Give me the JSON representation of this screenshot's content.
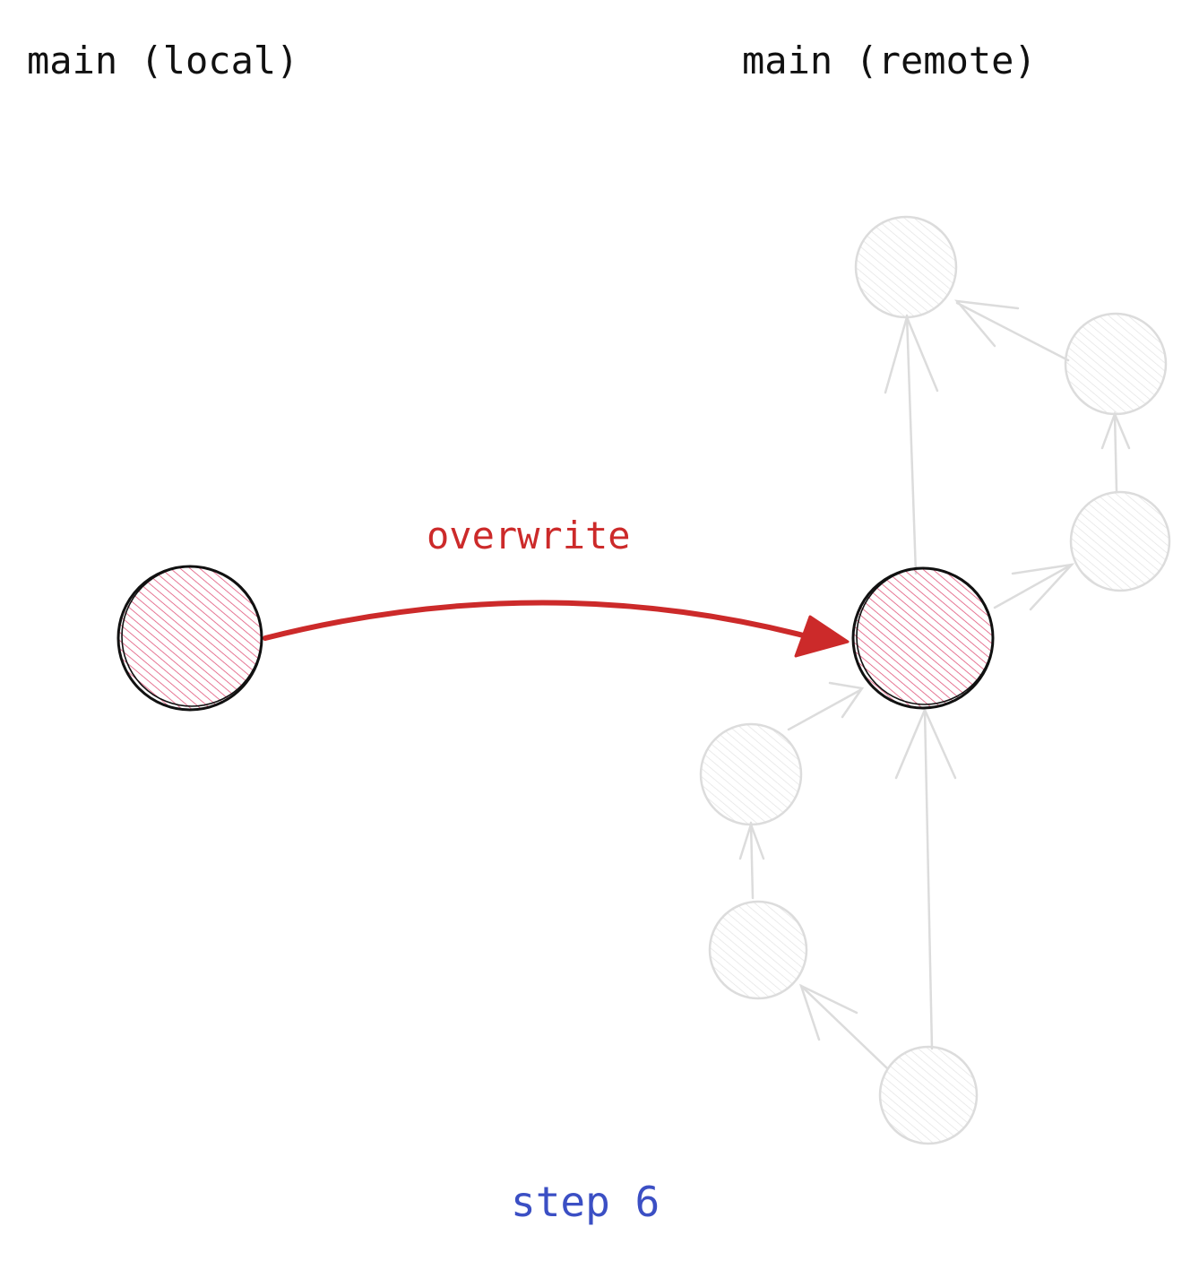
{
  "labels": {
    "local_branch": "main (local)",
    "remote_branch": "main (remote)",
    "action": "overwrite",
    "step": "step 6"
  },
  "colors": {
    "ink": "#111111",
    "accent_red": "#cc2a2a",
    "hatch_pink": "#e0557a",
    "faded_gray": "#d9d9d9",
    "faded_hatch": "#e6e6e6",
    "step_blue": "#3b4fc4"
  },
  "nodes": [
    {
      "id": "local-head",
      "role": "local",
      "state": "active"
    },
    {
      "id": "remote-head",
      "role": "remote",
      "state": "active"
    },
    {
      "id": "remote-top",
      "role": "remote",
      "state": "faded"
    },
    {
      "id": "remote-right-upper",
      "role": "remote",
      "state": "faded"
    },
    {
      "id": "remote-right-lower",
      "role": "remote",
      "state": "faded"
    },
    {
      "id": "remote-left-upper",
      "role": "remote",
      "state": "faded"
    },
    {
      "id": "remote-left-lower",
      "role": "remote",
      "state": "faded"
    },
    {
      "id": "remote-bottom",
      "role": "remote",
      "state": "faded"
    }
  ]
}
